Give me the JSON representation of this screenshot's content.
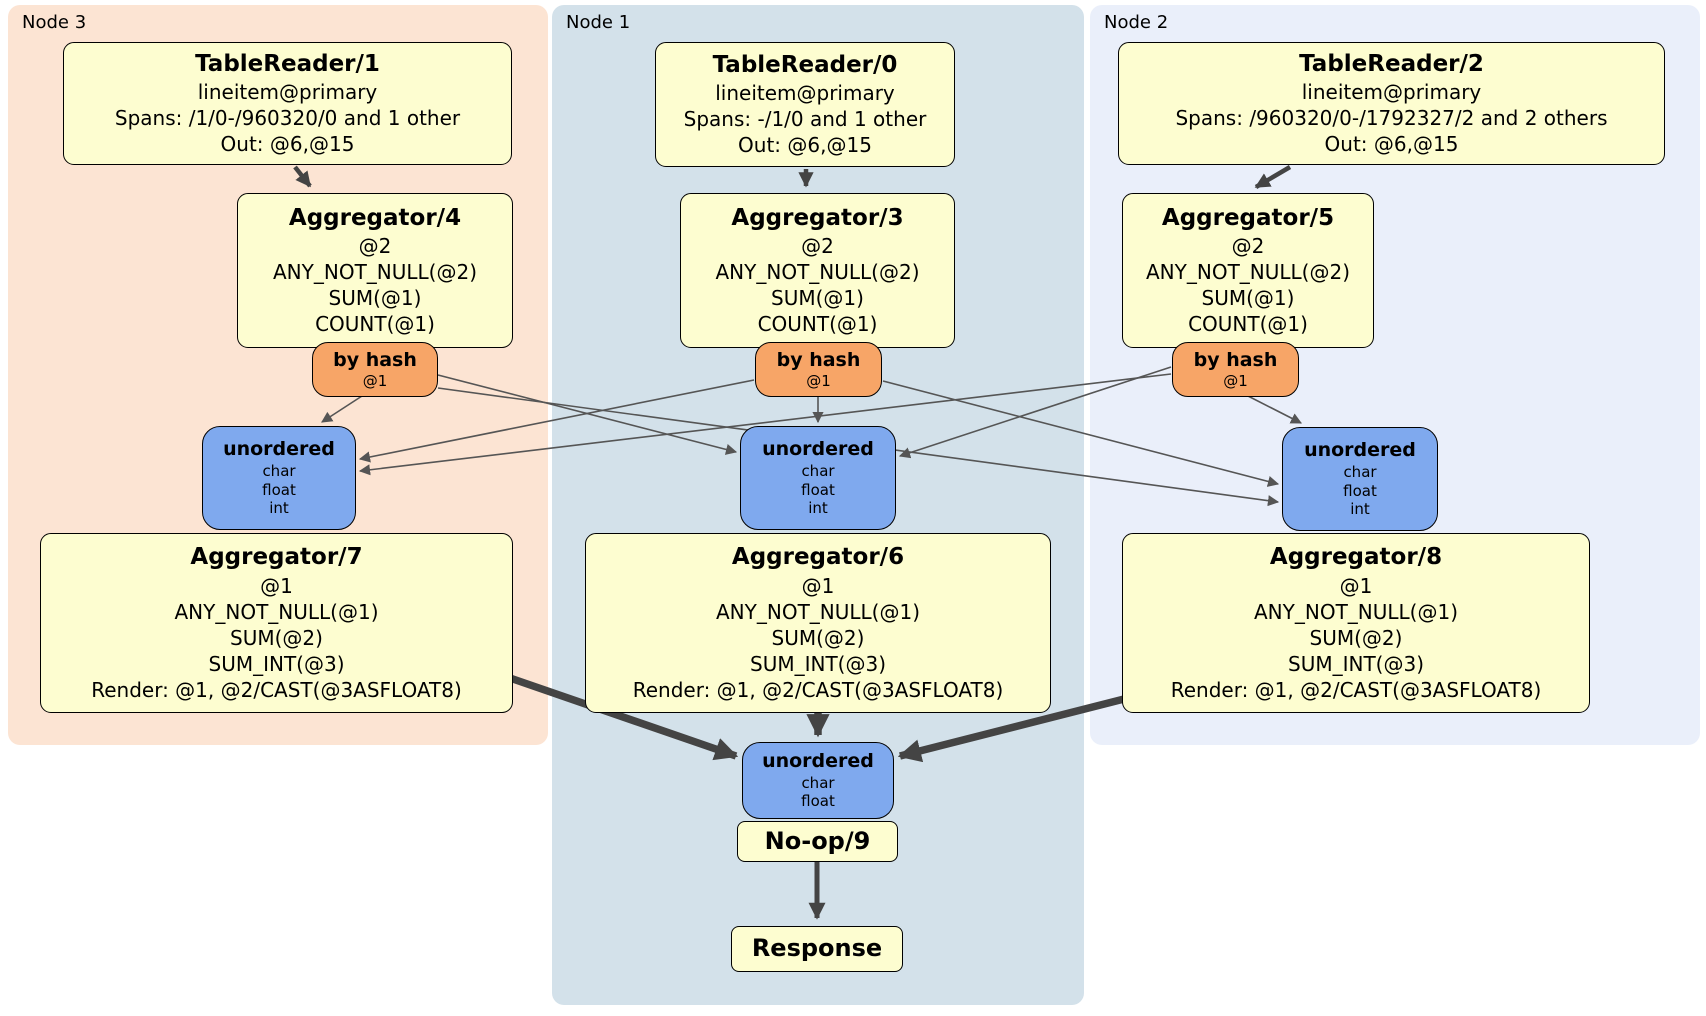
{
  "appearance": {
    "colors": {
      "page-bg": "#ffffff",
      "node3-bg": "#fce4d3",
      "node1-bg": "#d3e1ea",
      "node2-bg": "#eaeffa",
      "processor-bg": "#fdfdd0",
      "router-bg": "#f7a567",
      "sync-bg": "#7fa9ee",
      "box-border": "#000000",
      "edge-thick": "#444444",
      "edge-thin": "#555555",
      "label-text": "#000000"
    }
  },
  "nodes": [
    {
      "label": "Node 3",
      "table_reader": {
        "title": "TableReader/1",
        "lines": [
          "lineitem@primary",
          "Spans: /1/0-/960320/0 and 1 other",
          "Out: @6,@15"
        ]
      },
      "stage1_aggregator": {
        "title": "Aggregator/4",
        "lines": [
          "@2",
          "ANY_NOT_NULL(@2)",
          "SUM(@1)",
          "COUNT(@1)"
        ]
      },
      "hash_router": {
        "title": "by hash",
        "lines": [
          "@1"
        ]
      },
      "sync": {
        "title": "unordered",
        "lines": [
          "char",
          "float",
          "int"
        ]
      },
      "stage2_aggregator": {
        "title": "Aggregator/7",
        "lines": [
          "@1",
          "ANY_NOT_NULL(@1)",
          "SUM(@2)",
          "SUM_INT(@3)",
          "Render: @1, @2/CAST(@3ASFLOAT8)"
        ]
      }
    },
    {
      "label": "Node 1",
      "table_reader": {
        "title": "TableReader/0",
        "lines": [
          "lineitem@primary",
          "Spans: -/1/0 and 1 other",
          "Out: @6,@15"
        ]
      },
      "stage1_aggregator": {
        "title": "Aggregator/3",
        "lines": [
          "@2",
          "ANY_NOT_NULL(@2)",
          "SUM(@1)",
          "COUNT(@1)"
        ]
      },
      "hash_router": {
        "title": "by hash",
        "lines": [
          "@1"
        ]
      },
      "sync": {
        "title": "unordered",
        "lines": [
          "char",
          "float",
          "int"
        ]
      },
      "stage2_aggregator": {
        "title": "Aggregator/6",
        "lines": [
          "@1",
          "ANY_NOT_NULL(@1)",
          "SUM(@2)",
          "SUM_INT(@3)",
          "Render: @1, @2/CAST(@3ASFLOAT8)"
        ]
      },
      "final_sync": {
        "title": "unordered",
        "lines": [
          "char",
          "float"
        ]
      },
      "noop": {
        "title": "No-op/9"
      },
      "response": {
        "title": "Response"
      }
    },
    {
      "label": "Node 2",
      "table_reader": {
        "title": "TableReader/2",
        "lines": [
          "lineitem@primary",
          "Spans: /960320/0-/1792327/2 and 2 others",
          "Out: @6,@15"
        ]
      },
      "stage1_aggregator": {
        "title": "Aggregator/5",
        "lines": [
          "@2",
          "ANY_NOT_NULL(@2)",
          "SUM(@1)",
          "COUNT(@1)"
        ]
      },
      "hash_router": {
        "title": "by hash",
        "lines": [
          "@1"
        ]
      },
      "sync": {
        "title": "unordered",
        "lines": [
          "char",
          "float",
          "int"
        ]
      },
      "stage2_aggregator": {
        "title": "Aggregator/8",
        "lines": [
          "@1",
          "ANY_NOT_NULL(@1)",
          "SUM(@2)",
          "SUM_INT(@3)",
          "Render: @1, @2/CAST(@3ASFLOAT8)"
        ]
      }
    }
  ]
}
